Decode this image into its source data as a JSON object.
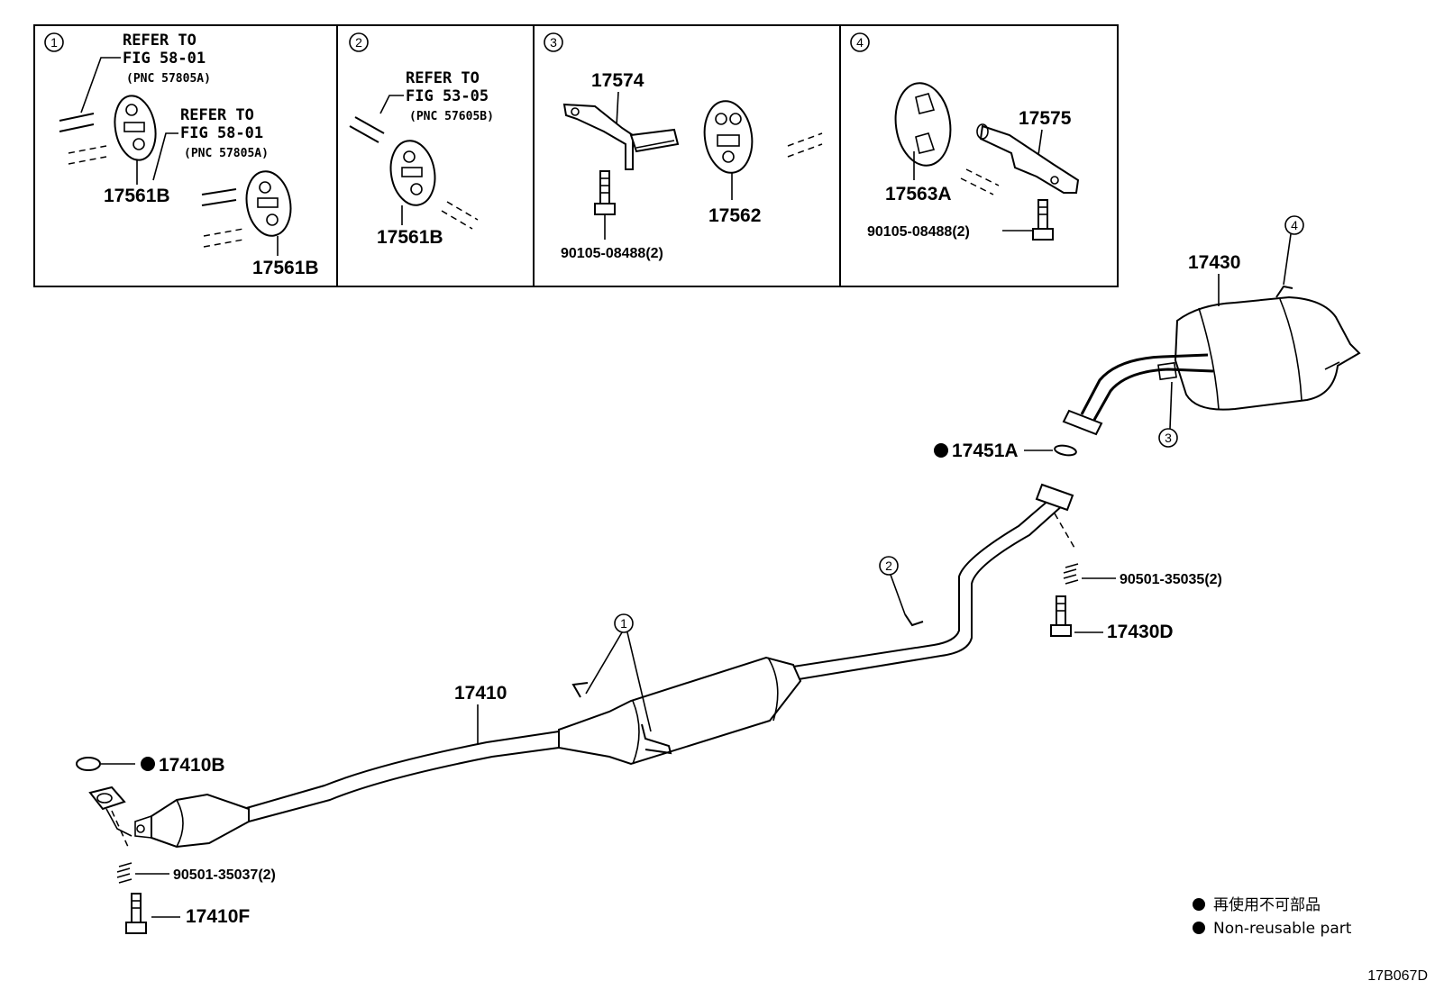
{
  "panels": [
    {
      "num": "1",
      "refs": [
        {
          "line1": "REFER TO",
          "line2": "FIG 58-01",
          "line3": "(PNC 57805A)"
        },
        {
          "line1": "REFER TO",
          "line2": "FIG 58-01",
          "line3": "(PNC 57805A)"
        }
      ],
      "parts": [
        "17561B",
        "17561B"
      ]
    },
    {
      "num": "2",
      "refs": [
        {
          "line1": "REFER TO",
          "line2": "FIG 53-05",
          "line3": "(PNC 57605B)"
        }
      ],
      "parts": [
        "17561B"
      ]
    },
    {
      "num": "3",
      "parts": [
        "17574",
        "17562"
      ],
      "bolt": "90105-08488(2)"
    },
    {
      "num": "4",
      "parts": [
        "17563A",
        "17575"
      ],
      "bolt": "90105-08488(2)"
    }
  ],
  "main": {
    "muffler": "17430",
    "gasket_rear": "17451A",
    "spring_rear": "90501-35035(2)",
    "bolt_rear": "17430D",
    "pipe": "17410",
    "gasket_front": "17410B",
    "spring_front": "90501-35037(2)",
    "bolt_front": "17410F",
    "callouts": {
      "c1": "1",
      "c2": "2",
      "c3": "3",
      "c4": "4"
    }
  },
  "legend": {
    "japanese": "再使用不可部品",
    "english": "Non-reusable part"
  },
  "diagram_code": "17B067D"
}
